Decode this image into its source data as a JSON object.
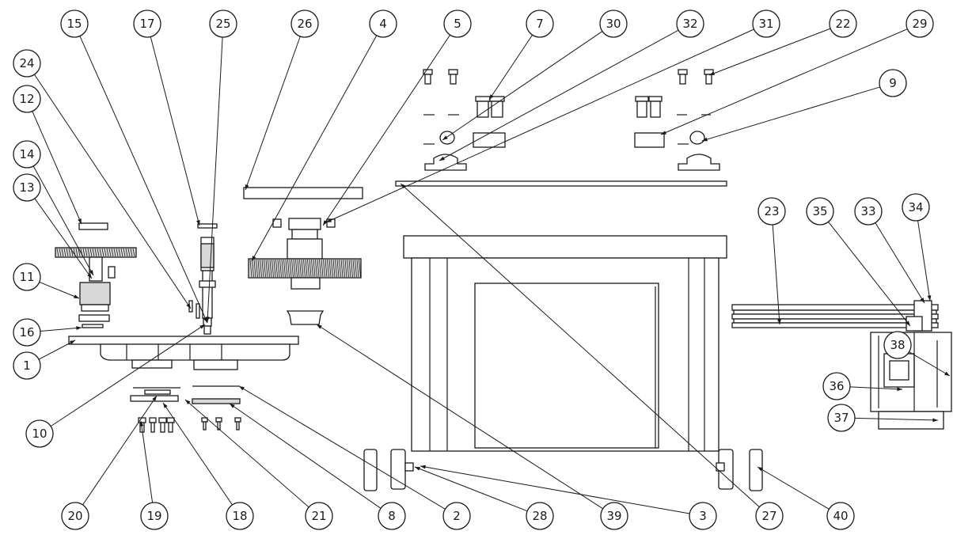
{
  "diagram": {
    "callouts": [
      {
        "id": "c15",
        "label": "15"
      },
      {
        "id": "c17",
        "label": "17"
      },
      {
        "id": "c25",
        "label": "25"
      },
      {
        "id": "c26",
        "label": "26"
      },
      {
        "id": "c4",
        "label": "4"
      },
      {
        "id": "c5",
        "label": "5"
      },
      {
        "id": "c7",
        "label": "7"
      },
      {
        "id": "c30",
        "label": "30"
      },
      {
        "id": "c32",
        "label": "32"
      },
      {
        "id": "c31",
        "label": "31"
      },
      {
        "id": "c22",
        "label": "22"
      },
      {
        "id": "c29",
        "label": "29"
      },
      {
        "id": "c24",
        "label": "24"
      },
      {
        "id": "c12",
        "label": "12"
      },
      {
        "id": "c9",
        "label": "9"
      },
      {
        "id": "c14",
        "label": "14"
      },
      {
        "id": "c13",
        "label": "13"
      },
      {
        "id": "c23",
        "label": "23"
      },
      {
        "id": "c35",
        "label": "35"
      },
      {
        "id": "c33",
        "label": "33"
      },
      {
        "id": "c34",
        "label": "34"
      },
      {
        "id": "c11",
        "label": "11"
      },
      {
        "id": "c16",
        "label": "16"
      },
      {
        "id": "c1",
        "label": "1"
      },
      {
        "id": "c38",
        "label": "38"
      },
      {
        "id": "c36",
        "label": "36"
      },
      {
        "id": "c37",
        "label": "37"
      },
      {
        "id": "c10",
        "label": "10"
      },
      {
        "id": "c20",
        "label": "20"
      },
      {
        "id": "c19",
        "label": "19"
      },
      {
        "id": "c18",
        "label": "18"
      },
      {
        "id": "c21",
        "label": "21"
      },
      {
        "id": "c8",
        "label": "8"
      },
      {
        "id": "c2",
        "label": "2"
      },
      {
        "id": "c28",
        "label": "28"
      },
      {
        "id": "c39",
        "label": "39"
      },
      {
        "id": "c3",
        "label": "3"
      },
      {
        "id": "c27",
        "label": "27"
      },
      {
        "id": "c40",
        "label": "40"
      }
    ]
  }
}
